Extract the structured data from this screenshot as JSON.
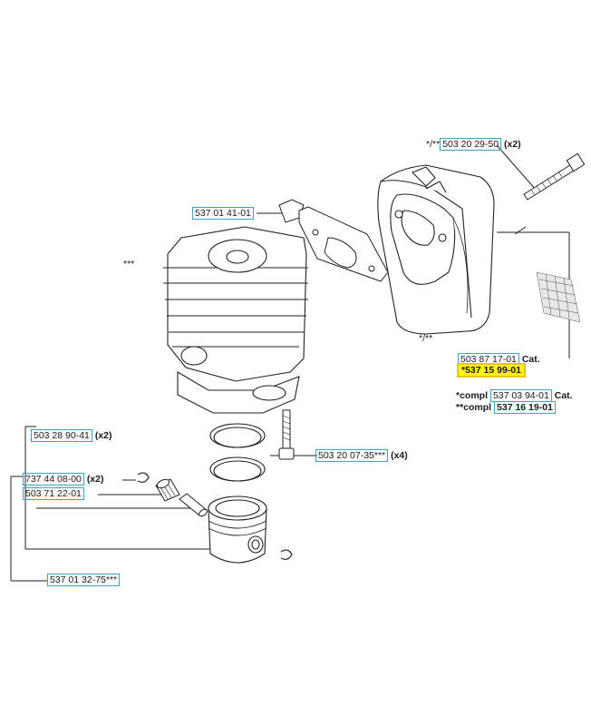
{
  "labels": {
    "exhaust_screw": {
      "prefix": "*/**",
      "part": "503 20 29-50",
      "qty": "(x2)"
    },
    "bracket": {
      "part": "537 01 41-01"
    },
    "cylinder": {
      "mark": "***"
    },
    "gasket_mark": {
      "mark": "*/**"
    },
    "muffler_cat": {
      "part": "503 87 17-01",
      "suffix": "Cat."
    },
    "muffler_hl": {
      "part": "*537 15 99-01"
    },
    "compl_1": {
      "prefix": "*compl",
      "part": "537 03 94-01",
      "suffix": "Cat."
    },
    "compl_2": {
      "prefix": "**compl",
      "part": "537 16 19-01"
    },
    "ring": {
      "part": "503 28 90-41",
      "qty": "(x2)"
    },
    "bolt": {
      "part": "503 20 07-35***",
      "qty": "(x4)"
    },
    "circlip": {
      "part": "737 44 08-00",
      "qty": "(x2)"
    },
    "pin": {
      "part": "503 71 22-01"
    },
    "piston": {
      "part": "537 01 32-75***"
    }
  },
  "colors": {
    "part_box": "#3ea3c9",
    "highlight": "#fff700",
    "lines": "#222222"
  }
}
